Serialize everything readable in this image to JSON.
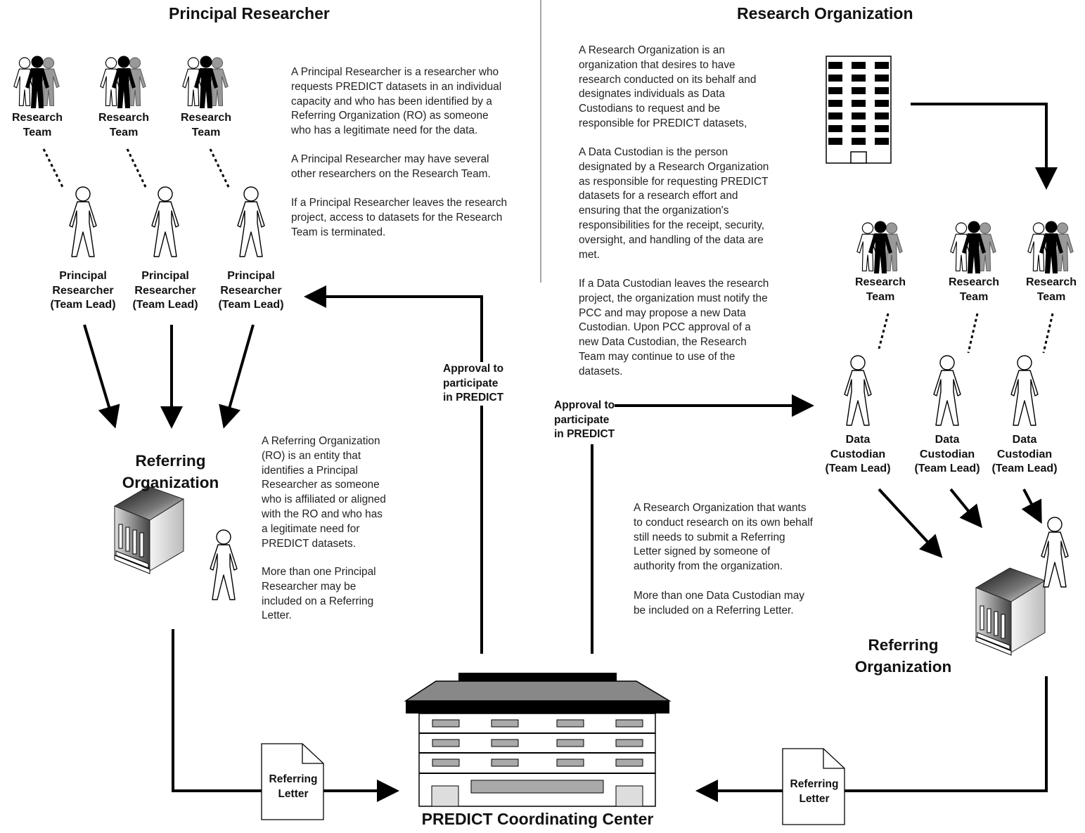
{
  "left": {
    "title": "Principal Researcher",
    "team_label": "Research\nTeam",
    "lead_label": "Principal\nResearcher\n(Team Lead)",
    "description_1": "A Principal Researcher is a researcher who\nrequests PREDICT datasets in an individual\ncapacity and who has been identified by a\nReferring Organization (RO) as someone\nwho has a legitimate need for the data.",
    "description_2": "A Principal Researcher may have several\nother researchers on the Research Team.",
    "description_3": "If a Principal Researcher leaves the research\nproject, access to datasets for the Research\nTeam is terminated.",
    "ro_label": "Referring\nOrganization",
    "ro_description_1": "A Referring Organization\n(RO) is an entity that\nidentifies a Principal\nResearcher as someone\nwho is affiliated or aligned\nwith the RO and who has\na legitimate need for\nPREDICT datasets.",
    "ro_description_2": "More than one Principal\nResearcher may be\nincluded on a Referring\nLetter.",
    "letter_label": "Referring\nLetter",
    "approval_label": "Approval to\nparticipate\nin PREDICT"
  },
  "right": {
    "title": "Research Organization",
    "description_1": "A Research Organization is an\norganization that desires to have\nresearch conducted on its behalf and\ndesignates individuals as Data\nCustodians to request and be\nresponsible for PREDICT datasets,",
    "description_2": "A Data Custodian is the person\ndesignated by a Research Organization\nas responsible for requesting PREDICT\ndatasets for a research effort and\nensuring that the organization's\nresponsibilities for the receipt, security,\noversight, and handling of the data are\nmet.",
    "description_3": "If a Data Custodian leaves the research\nproject, the organization must notify the\nPCC and may propose a new Data\nCustodian.  Upon PCC approval of a\nnew Data Custodian, the Research\nTeam may continue to use of the\ndatasets.",
    "team_label": "Research\nTeam",
    "custodian_label": "Data\nCustodian\n(Team Lead)",
    "ro_description_1": "A Research Organization that wants\nto conduct research on its own behalf\nstill needs to submit a Referring\nLetter signed by someone of\nauthority from the organization.",
    "ro_description_2": "More than one Data Custodian may\nbe included on a Referring Letter.",
    "ro_label": "Referring\nOrganization",
    "letter_label": "Referring\nLetter",
    "approval_label": "Approval to\nparticipate\nin PREDICT"
  },
  "center": {
    "label": "PREDICT Coordinating Center"
  }
}
